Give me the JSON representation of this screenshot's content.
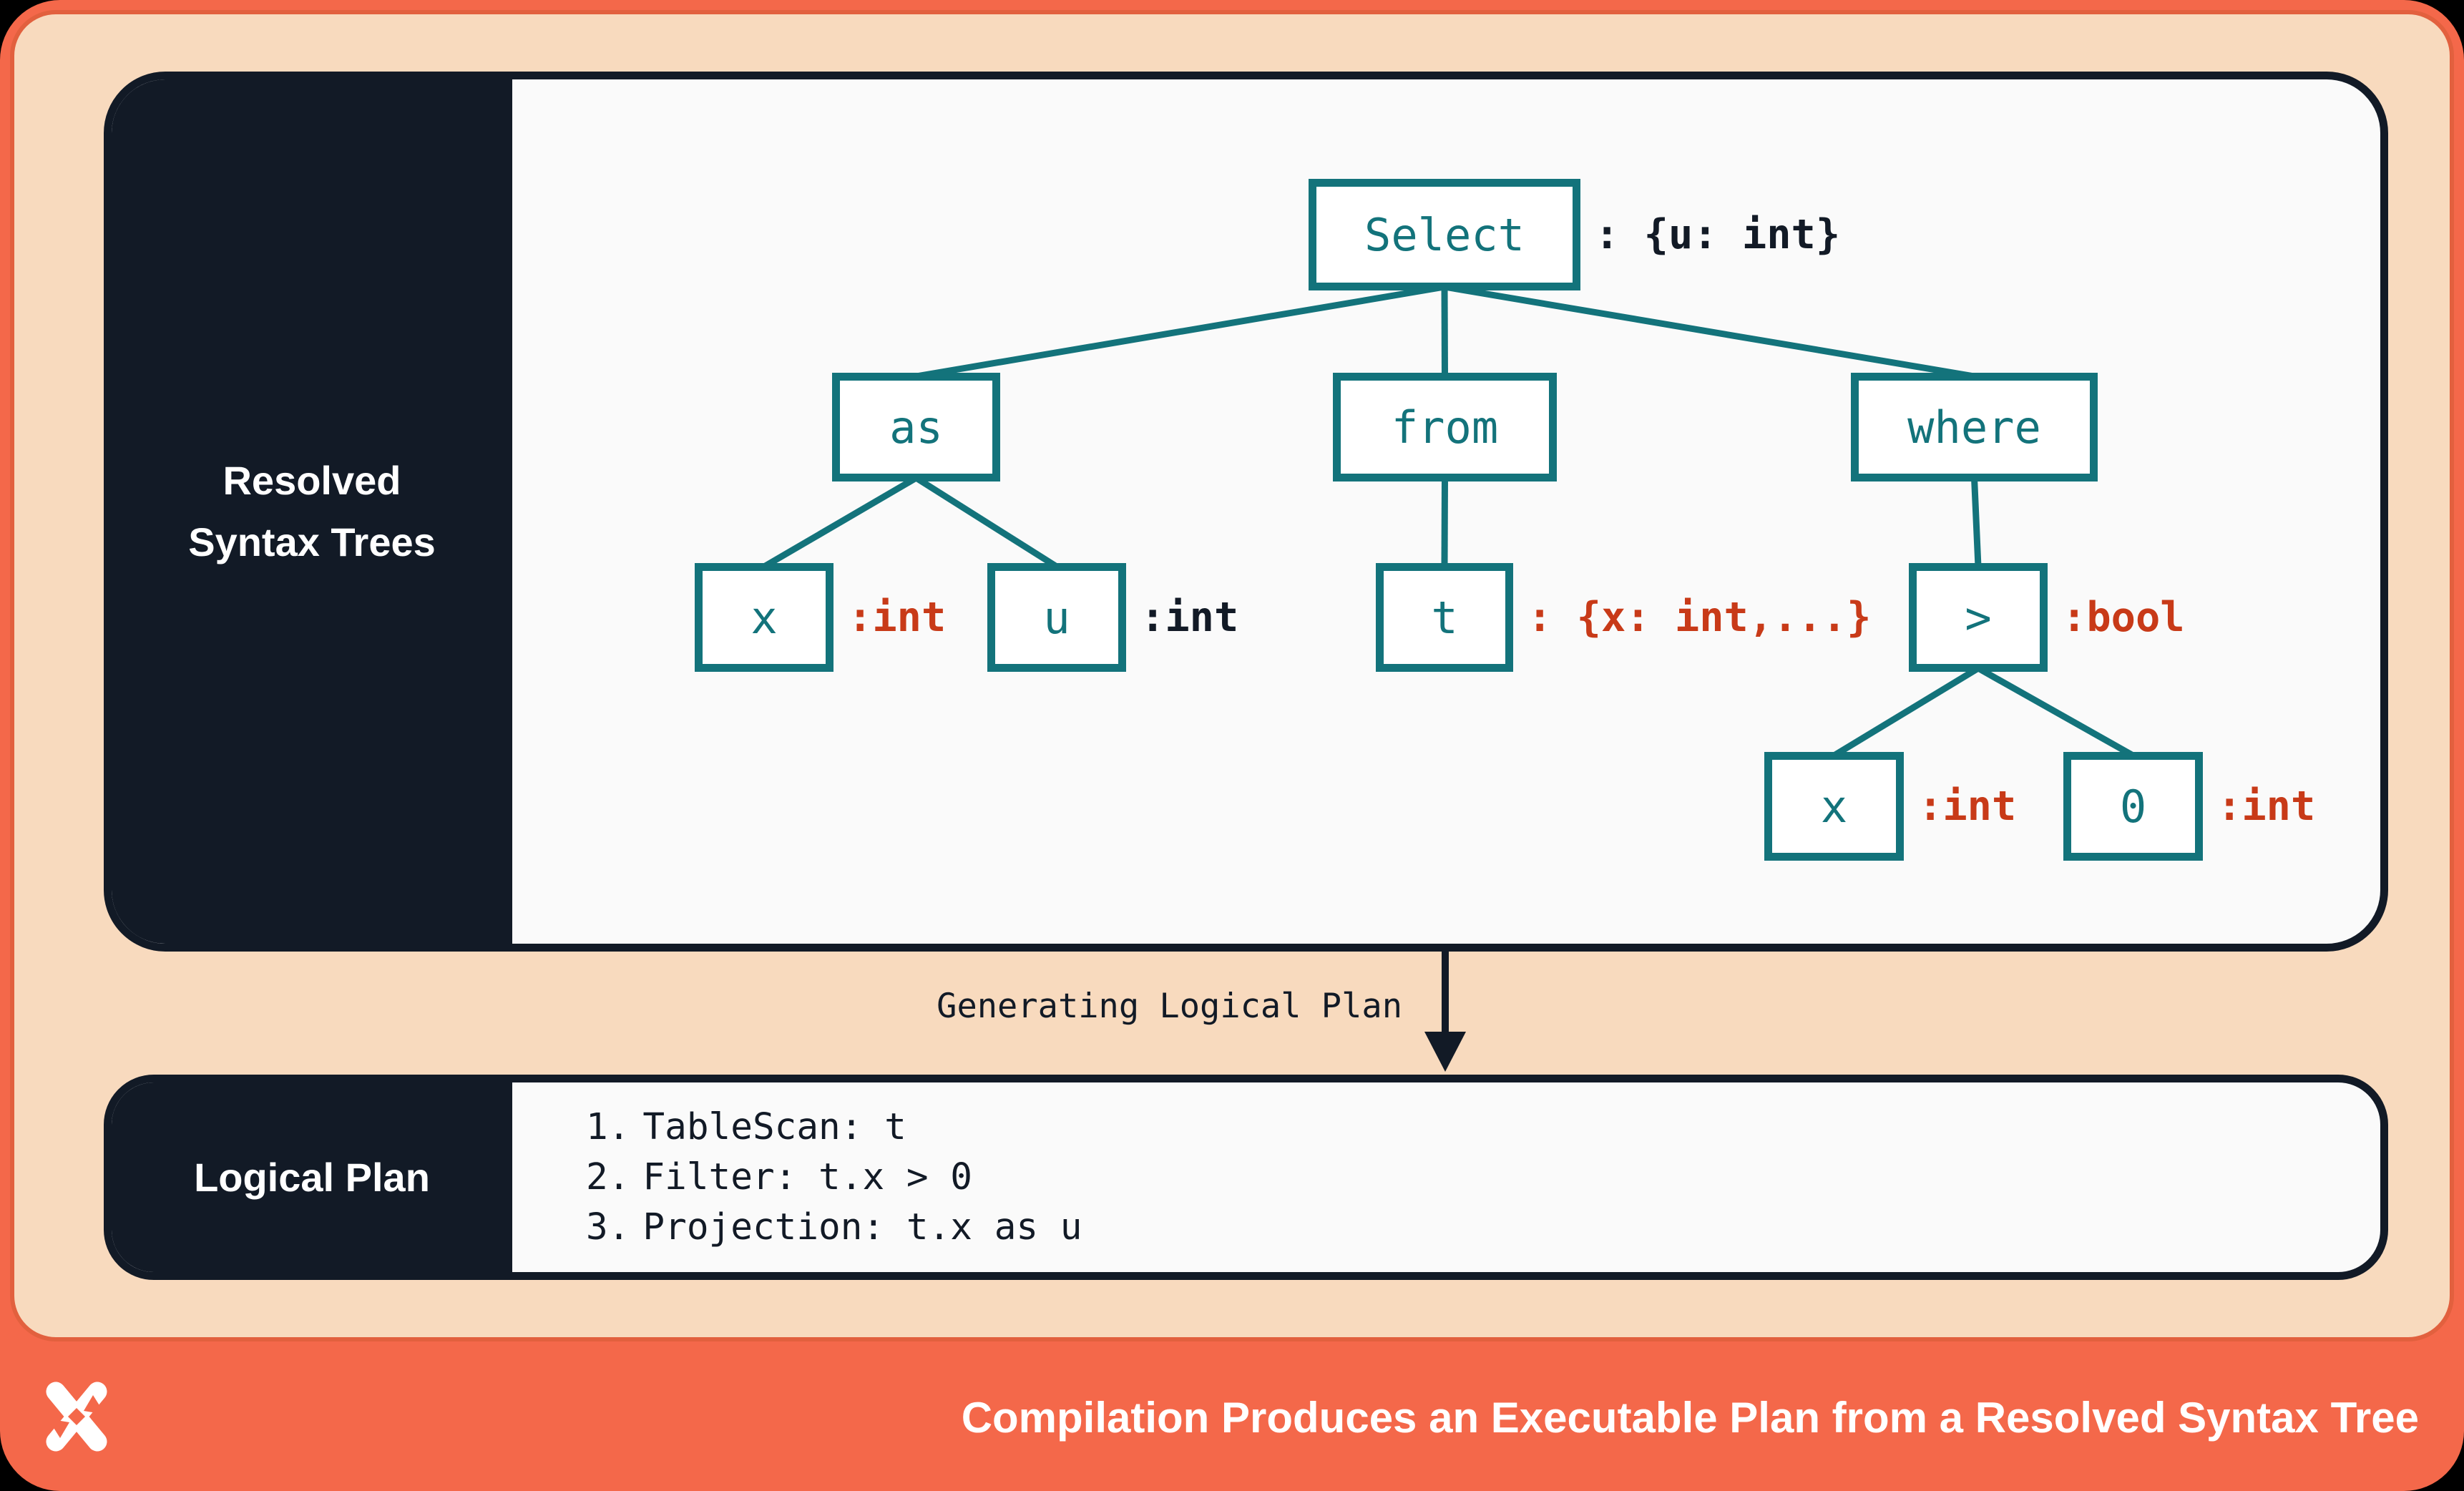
{
  "colors": {
    "coral": "#F4684A",
    "peach": "#F8DABE",
    "navy": "#121A26",
    "teal": "#13737B",
    "red": "#C83A18",
    "panel_bg": "#FAFAFA"
  },
  "syntax_panel": {
    "title_lines": [
      "Resolved",
      "Syntax Trees"
    ]
  },
  "tree": {
    "nodes": [
      {
        "id": "select",
        "label": "Select",
        "annotation": ": {u: int}",
        "annotation_color": "navy"
      },
      {
        "id": "as",
        "label": "as"
      },
      {
        "id": "from",
        "label": "from"
      },
      {
        "id": "where",
        "label": "where"
      },
      {
        "id": "x1",
        "label": "x",
        "annotation": ":int",
        "annotation_color": "red"
      },
      {
        "id": "u",
        "label": "u",
        "annotation": ":int",
        "annotation_color": "navy"
      },
      {
        "id": "t",
        "label": "t",
        "annotation": ": {x: int,...}",
        "annotation_color": "red"
      },
      {
        "id": "gt",
        "label": ">",
        "annotation": ":bool",
        "annotation_color": "red"
      },
      {
        "id": "x2",
        "label": "x",
        "annotation": ":int",
        "annotation_color": "red"
      },
      {
        "id": "zero",
        "label": "0",
        "annotation": ":int",
        "annotation_color": "red"
      }
    ],
    "edges": [
      [
        "select",
        "as"
      ],
      [
        "select",
        "from"
      ],
      [
        "select",
        "where"
      ],
      [
        "as",
        "x1"
      ],
      [
        "as",
        "u"
      ],
      [
        "from",
        "t"
      ],
      [
        "where",
        "gt"
      ],
      [
        "gt",
        "x2"
      ],
      [
        "gt",
        "zero"
      ]
    ]
  },
  "transition": {
    "label": "Generating Logical Plan"
  },
  "logical_panel": {
    "title": "Logical Plan",
    "steps": [
      {
        "number": "1.",
        "text": "TableScan: t"
      },
      {
        "number": "2.",
        "text": "Filter: t.x > 0"
      },
      {
        "number": "3.",
        "text": "Projection: t.x as u"
      }
    ]
  },
  "footer": {
    "logo_icon": "x-pinwheel-logo",
    "title": "Compilation Produces an Executable Plan from a Resolved Syntax Tree"
  }
}
